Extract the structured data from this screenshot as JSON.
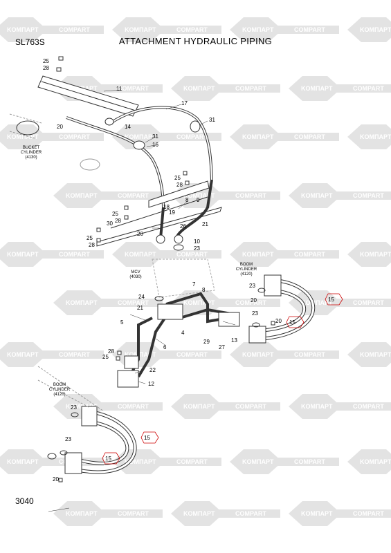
{
  "header": {
    "model": "SL763S",
    "title": "ATTACHMENT HYDRAULIC PIPING"
  },
  "footer": {
    "page": "3040"
  },
  "watermark": {
    "left": "KOMПAPT",
    "right": "COMPART"
  },
  "callouts": {
    "c25a": "25",
    "c28a": "28",
    "c11": "11",
    "c17": "17",
    "c20a": "20",
    "c14": "14",
    "c31a": "31",
    "c16": "16",
    "c31b": "31",
    "c25b": "25",
    "c28b": "28",
    "c18": "18",
    "c19": "19",
    "c8": "8",
    "c9": "9",
    "c25c": "25",
    "c28c": "28",
    "c30": "30",
    "c26": "26",
    "c21a": "21",
    "c25d": "25",
    "c28d": "28",
    "c20b": "20",
    "c10": "10",
    "c23a": "23",
    "c7": "7",
    "c8b": "8",
    "c24": "24",
    "c21b": "21",
    "c5": "5",
    "c4": "4",
    "c6": "6",
    "c29": "29",
    "c27": "27",
    "c13": "13",
    "c28e": "28",
    "c25e": "25",
    "c22": "22",
    "c12": "12",
    "c23b": "23",
    "c20c": "20",
    "c15a": "15",
    "c23c": "23",
    "c20d": "20",
    "c15b": "15",
    "c23d": "23",
    "c15c": "15",
    "c23e": "23",
    "c15d": "15",
    "c20e": "20"
  },
  "labels": {
    "bucket_l1": "BUCKET",
    "bucket_l2": "CYLINDER",
    "bucket_l3": "(4130)",
    "mcv_l1": "MCV",
    "mcv_l2": "(4030)",
    "boomr_l1": "BOOM",
    "boomr_l2": "CYLINDER",
    "boomr_l3": "(4120)",
    "booml_l1": "BOOM",
    "booml_l2": "CYLINDER",
    "booml_l3": "(4120)"
  },
  "colors": {
    "line": "#333333",
    "watermark": "#e3e3e3",
    "highlight": "#cc0000"
  }
}
